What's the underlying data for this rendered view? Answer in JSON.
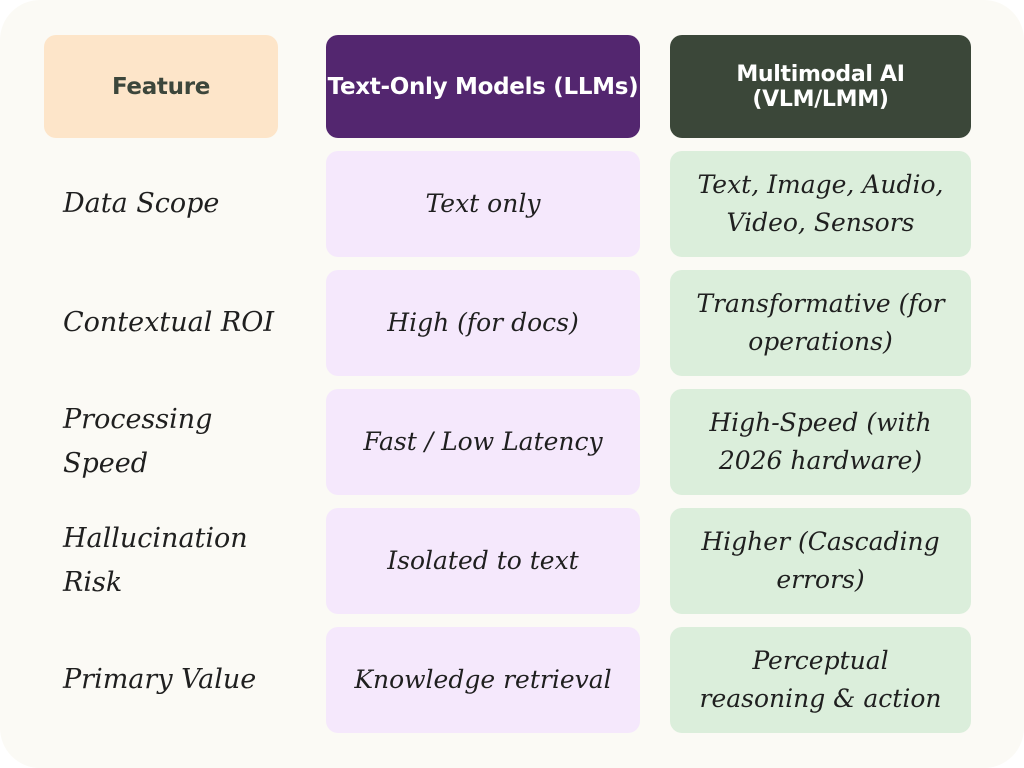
{
  "headers": {
    "feature": "Feature",
    "llm": "Text-Only Models (LLMs)",
    "vlm": "Multimodal AI (VLM/LMM)"
  },
  "rows": [
    {
      "feature": "Data Scope",
      "llm": "Text only",
      "vlm": "Text, Image, Audio,\nVideo, Sensors"
    },
    {
      "feature": "Contextual ROI",
      "llm": "High (for docs)",
      "vlm": "Transformative (for\noperations)"
    },
    {
      "feature": "Processing\nSpeed",
      "llm": "Fast / Low Latency",
      "vlm": "High-Speed (with\n2026 hardware)"
    },
    {
      "feature": "Hallucination Risk",
      "llm": "Isolated to text",
      "vlm": "Higher (Cascading\nerrors)"
    },
    {
      "feature": "Primary Value",
      "llm": "Knowledge retrieval",
      "vlm": "Perceptual\nreasoning & action"
    }
  ],
  "colors": {
    "background": "#fbfaf5",
    "feature_header": "#fde5c9",
    "llm_header": "#53266f",
    "vlm_header": "#3b4739",
    "llm_cell": "#f5e8fc",
    "vlm_cell": "#dbeedb"
  }
}
